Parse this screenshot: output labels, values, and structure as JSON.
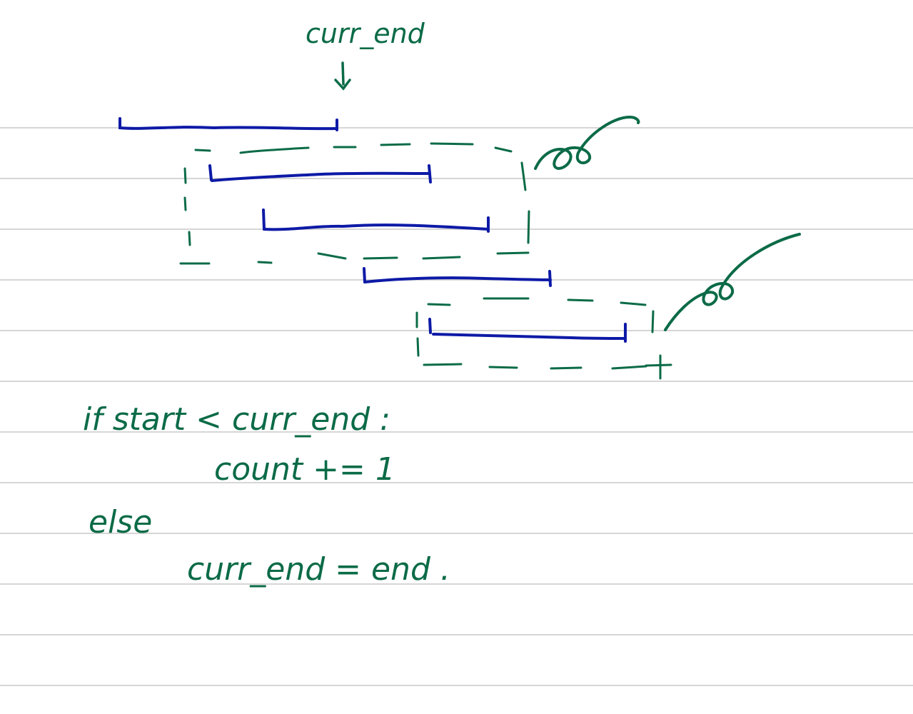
{
  "colors": {
    "background": "#ffffff",
    "rule_line": "#d6d6d6",
    "ink_green": "#0b6b47",
    "ink_blue": "#0d1aa6"
  },
  "notebook": {
    "rule_count": 12
  },
  "labels": {
    "pointer": "curr_end",
    "pointer_arrow": "↓",
    "code_line_1": "if  start < curr_end :",
    "code_line_2": "count += 1",
    "code_line_3": "else",
    "code_line_4": "curr_end  =  end ."
  },
  "intervals": [
    {
      "name": "interval-1"
    },
    {
      "name": "interval-2"
    },
    {
      "name": "interval-3"
    },
    {
      "name": "interval-4"
    },
    {
      "name": "interval-5"
    }
  ],
  "groups": [
    {
      "name": "overlap-group-1",
      "icon": "cross-out-squiggle-icon"
    },
    {
      "name": "overlap-group-2",
      "icon": "cross-out-squiggle-icon"
    }
  ]
}
